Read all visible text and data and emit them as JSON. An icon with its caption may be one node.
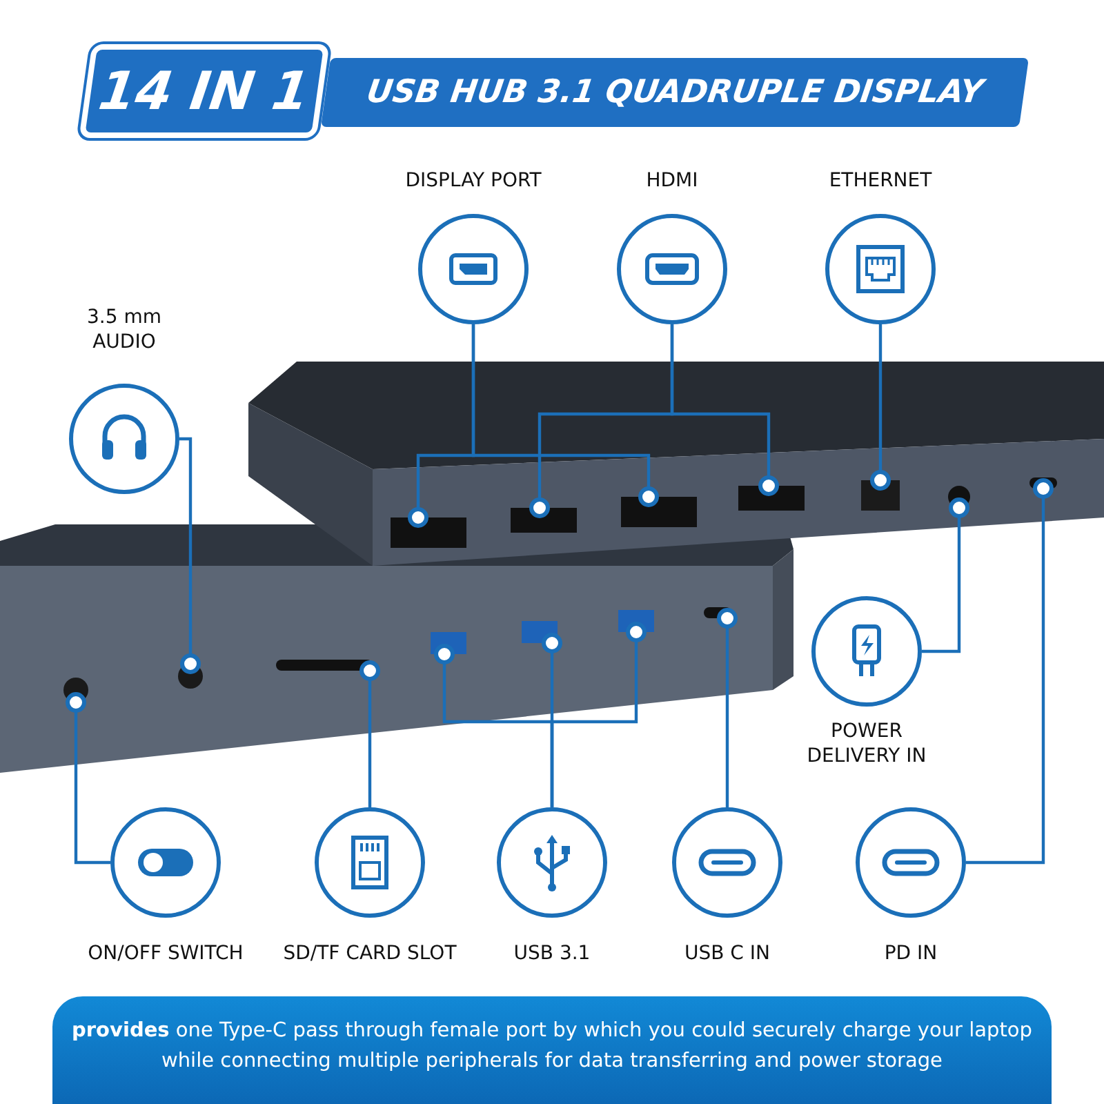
{
  "diagram": {
    "nodes": [
      {
        "text": [
          "14 IN 1"
        ]
      },
      {
        "text": [
          "USB HUB 3.1 QUADRUPLE DISPLAY"
        ]
      },
      {
        "text": [
          "DISPLAY PORT"
        ]
      },
      {
        "text": [
          "HDMI"
        ]
      },
      {
        "text": [
          "ETHERNET"
        ]
      },
      {
        "text": [
          "3.5 mm AUDIO"
        ]
      },
      {
        "text": [
          "POWER DELIVERY IN"
        ]
      },
      {
        "text": [
          "ON/OFF SWITCH"
        ]
      },
      {
        "text": [
          "SD/TF CARD SLOT"
        ]
      },
      {
        "text": [
          "USB 3.1"
        ]
      },
      {
        "text": [
          "USB C IN"
        ]
      },
      {
        "text": [
          "PD IN"
        ]
      },
      {
        "text": [
          "**provides** one Type-C pass through female port by which you could securely charge your laptop while connecting multiple peripherals for data transferring and power storage"
        ]
      },
      {
        "text": [],
        "shape": "box"
      },
      {
        "text": [],
        "shape": "box"
      },
      {
        "text": [],
        "shape": "box"
      },
      {
        "text": [],
        "shape": "box"
      },
      {
        "text": [],
        "shape": "box"
      },
      {
        "text": [],
        "shape": "circle"
      },
      {
        "text": [],
        "shape": "box"
      },
      {
        "text": [],
        "shape": "circle"
      },
      {
        "text": [],
        "shape": "circle"
      },
      {
        "text": [],
        "shape": "box"
      },
      {
        "text": [],
        "shape": "box"
      },
      {
        "text": [],
        "shape": "box"
      },
      {
        "text": [],
        "shape": "box"
      },
      {
        "text": [],
        "shape": "box"
      }
    ],
    "edges": [
      {
        "from": 2,
        "to": 13,
        "arrow": "other"
      },
      {
        "from": 2,
        "to": 15,
        "arrow": "other"
      },
      {
        "from": 3,
        "to": 14,
        "arrow": "other"
      },
      {
        "from": 3,
        "to": 16,
        "arrow": "other"
      },
      {
        "from": 4,
        "to": 17,
        "arrow": "other"
      },
      {
        "from": 5,
        "to": 21,
        "arrow": "other"
      },
      {
        "from": 6,
        "to": 18,
        "arrow": "other"
      },
      {
        "from": 7,
        "to": 20,
        "arrow": "other"
      },
      {
        "from": 8,
        "to": 22,
        "arrow": "other"
      },
      {
        "from": 9,
        "to": 23,
        "arrow": "other"
      },
      {
        "from": 9,
        "to": 24,
        "arrow": "other"
      },
      {
        "from": 9,
        "to": 25,
        "arrow": "other"
      },
      {
        "from": 10,
        "to": 26,
        "arrow": "other"
      },
      {
        "from": 11,
        "to": 19,
        "arrow": "other"
      }
    ]
  }
}
